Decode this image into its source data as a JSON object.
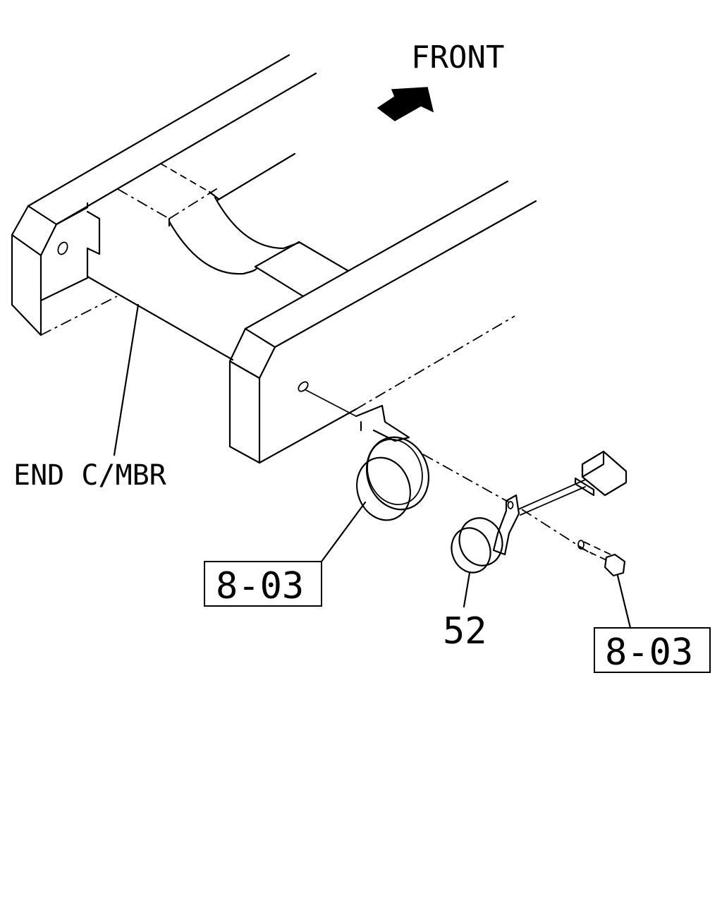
{
  "labels": {
    "front": "FRONT",
    "end_member": "END C/MBR",
    "ref_left": "8-03",
    "part_number": "52",
    "ref_right": "8-03"
  }
}
